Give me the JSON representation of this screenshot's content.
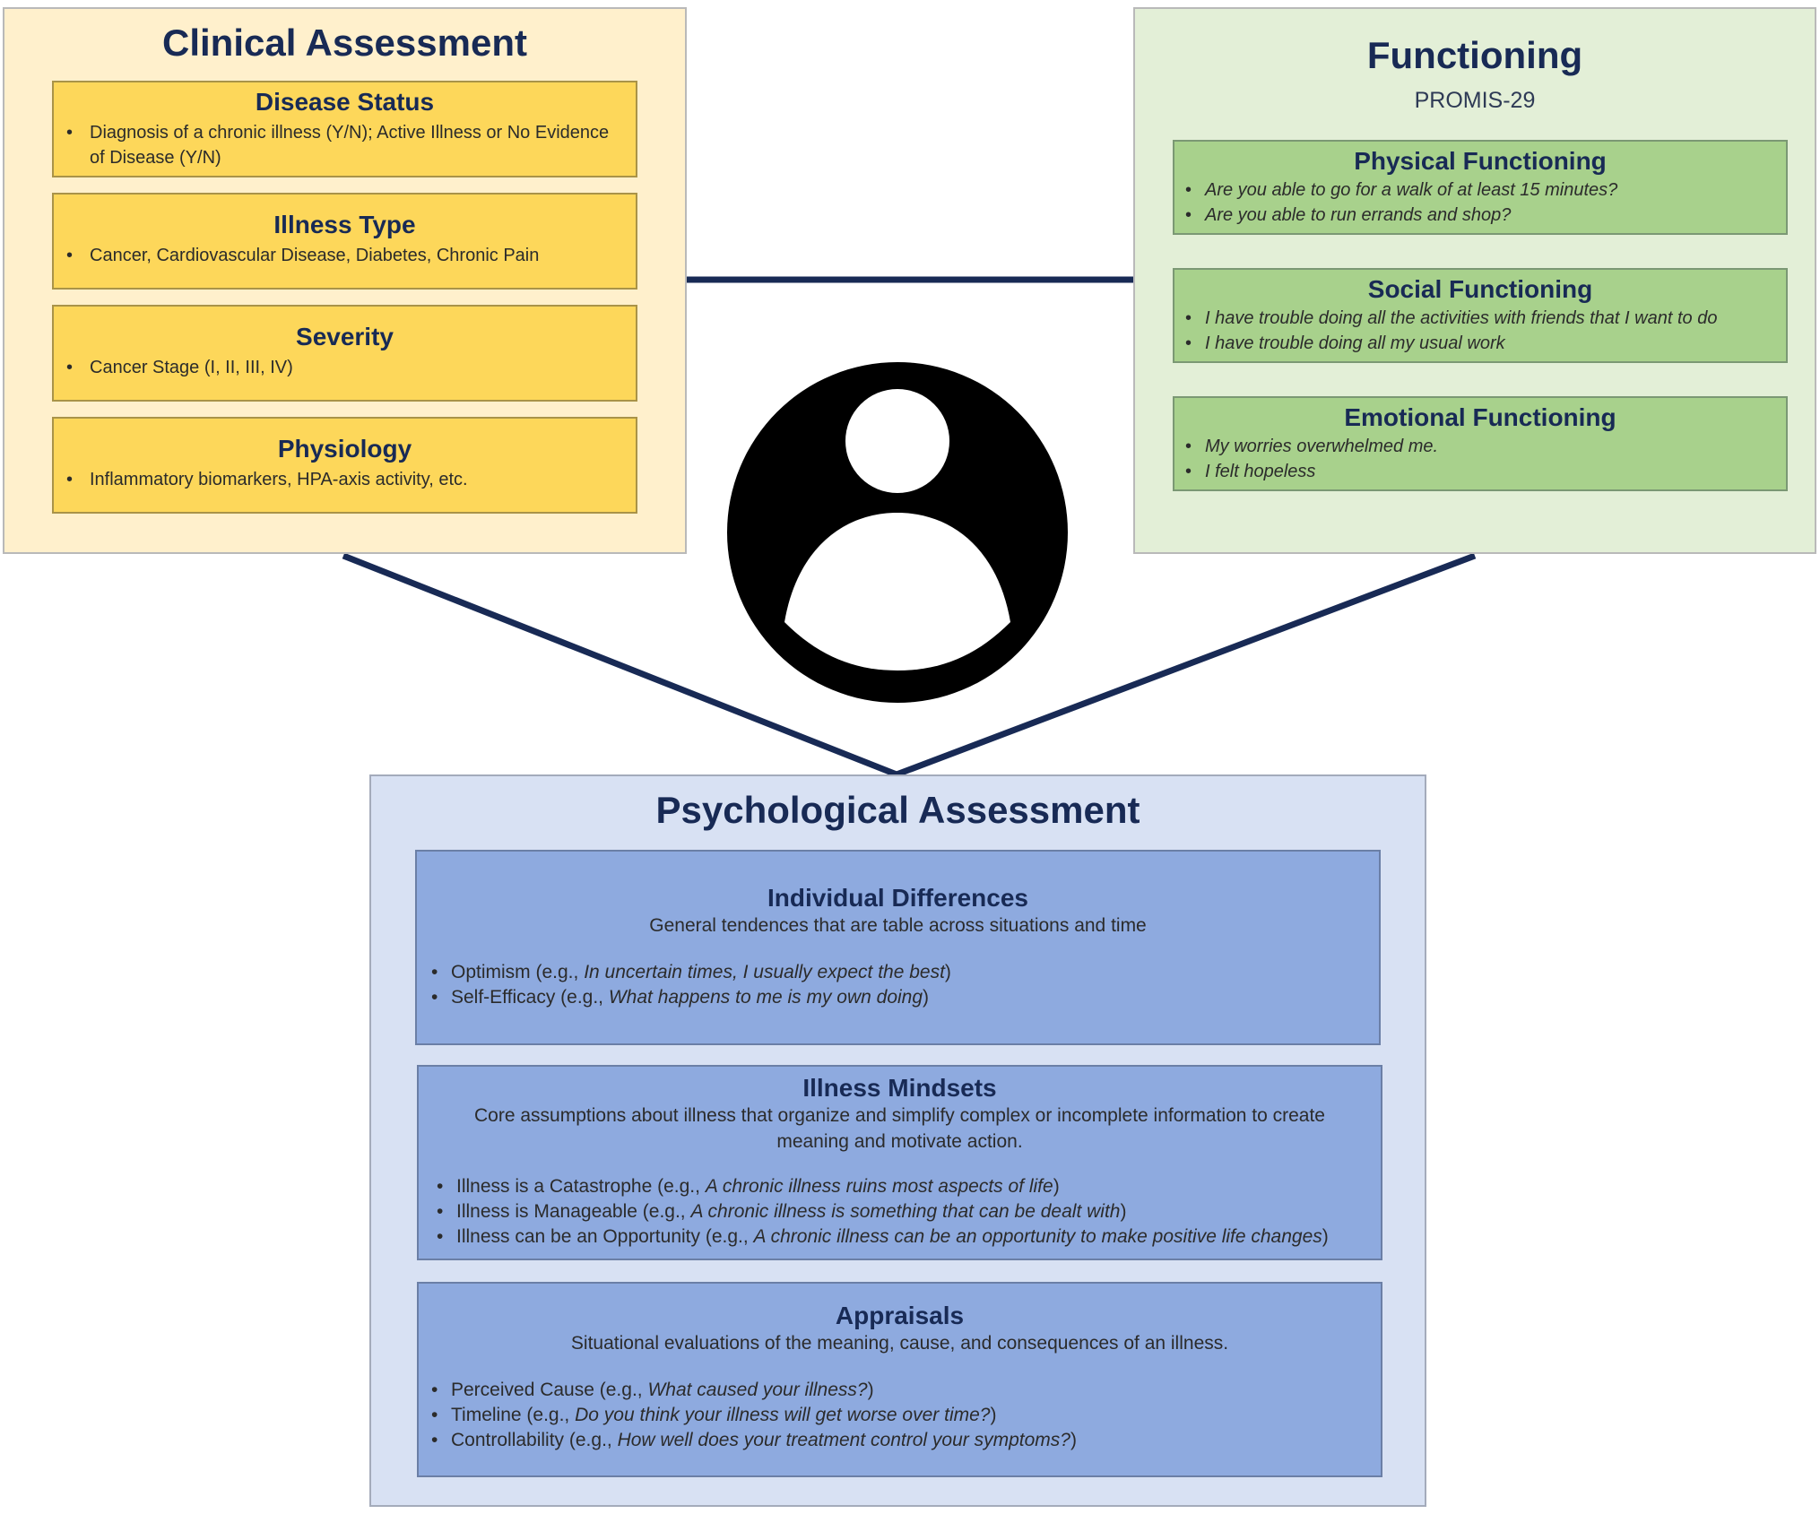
{
  "clinical": {
    "title": "Clinical Assessment",
    "boxes": [
      {
        "title": "Disease Status",
        "items": [
          "Diagnosis of a chronic illness (Y/N); Active Illness or No Evidence of Disease (Y/N)"
        ]
      },
      {
        "title": "Illness Type",
        "items": [
          "Cancer, Cardiovascular Disease, Diabetes, Chronic Pain"
        ]
      },
      {
        "title": "Severity",
        "items": [
          "Cancer Stage (I, II, III, IV)"
        ]
      },
      {
        "title": "Physiology",
        "items": [
          "Inflammatory biomarkers, HPA-axis activity, etc."
        ]
      }
    ]
  },
  "functioning": {
    "title": "Functioning",
    "subtitle": "PROMIS-29",
    "boxes": [
      {
        "title": "Physical Functioning",
        "items": [
          "Are you able to go for a walk of at least 15 minutes?",
          "Are you able to run errands and shop?"
        ]
      },
      {
        "title": "Social Functioning",
        "items": [
          "I have trouble doing all the activities with friends that I want to do",
          "I have trouble doing all my usual work"
        ]
      },
      {
        "title": "Emotional Functioning",
        "items": [
          "My worries overwhelmed me.",
          "I felt hopeless"
        ]
      }
    ]
  },
  "psychological": {
    "title": "Psychological Assessment",
    "boxes": [
      {
        "title": "Individual Differences",
        "description": "General tendences that are table across situations and time",
        "items": [
          {
            "label": "Optimism (e.g., ",
            "example": "In uncertain times, I usually expect the best",
            "suffix": ")"
          },
          {
            "label": "Self-Efficacy (e.g., ",
            "example": "What happens to me is my own doing",
            "suffix": ")"
          }
        ]
      },
      {
        "title": "Illness Mindsets",
        "description": "Core assumptions about illness that organize and simplify complex or incomplete information to create meaning and motivate action.",
        "items": [
          {
            "label": "Illness is a Catastrophe  (e.g., ",
            "example": "A chronic illness ruins most aspects of life",
            "suffix": ")"
          },
          {
            "label": "Illness is Manageable (e.g., ",
            "example": "A chronic illness is something that can be dealt with",
            "suffix": ")"
          },
          {
            "label": "Illness can be an Opportunity  (e.g., ",
            "example": "A chronic illness can be an opportunity to make positive life changes",
            "suffix": ")"
          }
        ]
      },
      {
        "title": "Appraisals",
        "description": "Situational evaluations of the meaning, cause, and consequences of an illness.",
        "items": [
          {
            "label": "Perceived Cause (e.g., ",
            "example": "What caused your illness?",
            "suffix": ")"
          },
          {
            "label": "Timeline (e.g., ",
            "example": "Do you think your illness will get worse over time?",
            "suffix": ")"
          },
          {
            "label": "Controllability (e.g., ",
            "example": "How well does your treatment control your symptoms?",
            "suffix": ")"
          }
        ]
      }
    ]
  },
  "colors": {
    "connector": "#182a55",
    "clinical_panel": "#fff0cc",
    "clinical_box": "#fdd75a",
    "functioning_panel": "#e3efd7",
    "functioning_box": "#a8d18c",
    "psych_panel": "#d8e1f3",
    "psych_box": "#8eaadf"
  }
}
